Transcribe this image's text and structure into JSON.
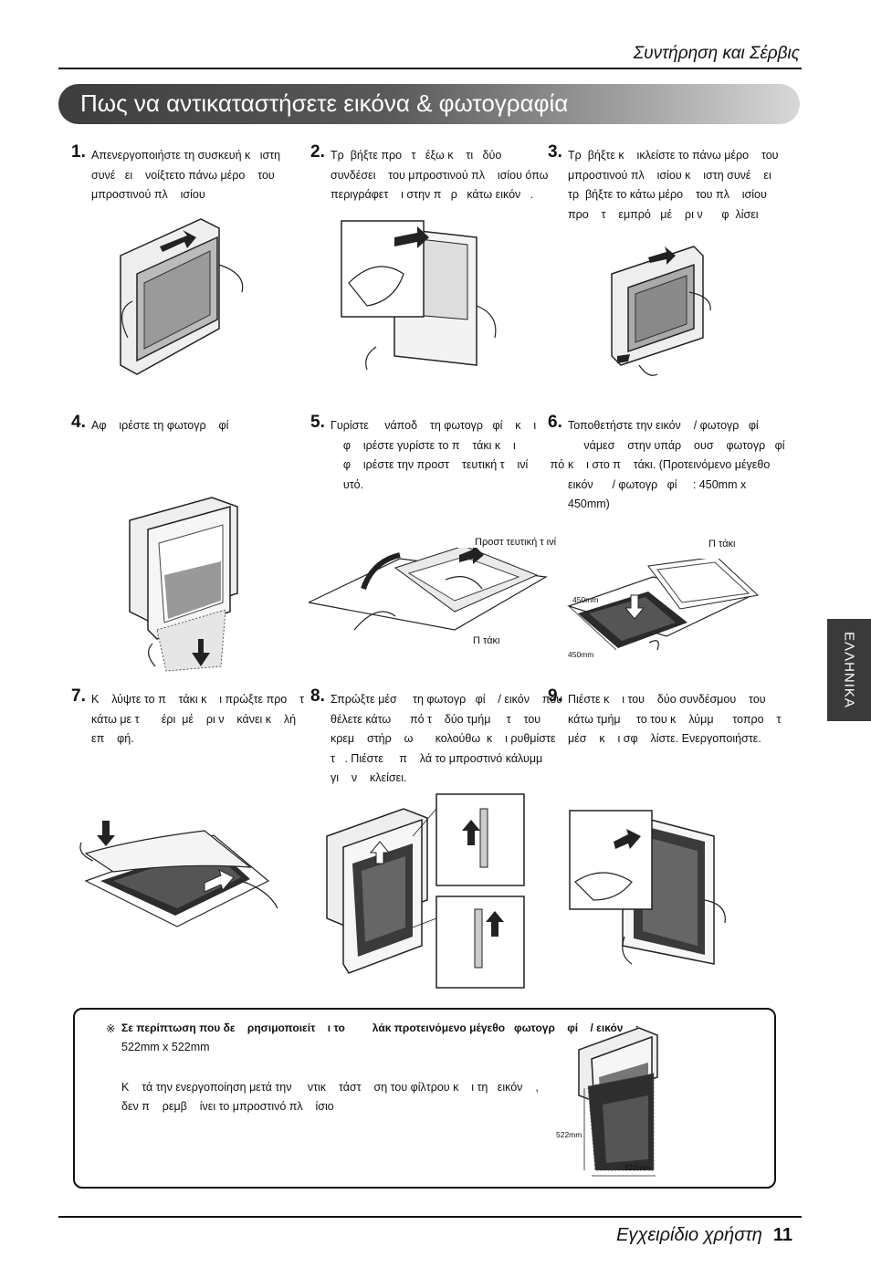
{
  "header": {
    "section": "Συντήρηση και Σέρβις"
  },
  "title": "Πως να αντικαταστήσετε εικόνα & φωτογραφία",
  "side_tab": "ΕΛΛΗΝΙΚΑ",
  "steps": [
    {
      "num": "1.",
      "text": "Απενεργοποιήστε τη συσκευή κ   ιστη\nσυνέ   ει    νοίξτετο πάνω μέρο    του\nμπροστινού πλ    ισίου"
    },
    {
      "num": "2.",
      "text": "Τρ  βήξτε προ   τ   έξω κ    τι   δύο\nσυνδέσει    του μπροστινού πλ    ισίου όπω\nπεριγράφετ    ι στην π   ρ   κάτω εικόν   ."
    },
    {
      "num": "3.",
      "text": "Τρ  βήξτε κ    ικλείστε το πάνω μέρο    του\nμπροστινού πλ    ισίου κ    ιστη συνέ    ει\nτρ  βήξτε το κάτω μέρο    του πλ    ισίου\nπρο    τ    εμπρό   μέ    ρι ν      φ  λίσει"
    },
    {
      "num": "4.",
      "text": "Αφ    ιρέστε τη φωτογρ    φί"
    },
    {
      "num": "5.",
      "text": "Γυρίστε     νάποδ    τη φωτογρ   φί    κ    ι\n    φ    ιρέστε γυρίστε το π    τάκι κ    ι\n    φ    ιρέστε την προστ    τευτική τ    ινί       πό\n    υτό."
    },
    {
      "num": "6.",
      "text": "Τοποθετήστε την εικόν    / φωτογρ   φί\n     νάμεσ    στην υπάρ    ουσ    φωτογρ   φί\nκ    ι στο π    τάκι. (Προτεινόμενο μέγεθο\nεικόν      / φωτογρ   φί     : 450mm x\n450mm)"
    },
    {
      "num": "7.",
      "text": "Κ    λύψτε το π    τάκι κ    ι πρώξτε προ    τ\nκάτω με τ       έρι  μέ    ρι ν    κάνει κ    λή\nεπ    φή."
    },
    {
      "num": "8.",
      "text": "Σπρώξτε μέσ     τη φωτογρ   φί    / εικόν    που\nθέλετε κάτω      πό τ    δύο τμήμ     τ    του\nκρεμ    στήρ    ω       κολούθω  κ    ι ρυθμίστε\nτ   . Πιέστε     π    λά το μπροστινό κάλυμμ\nγι    ν    κλείσει."
    },
    {
      "num": "9.",
      "text": "Πιέστε κ    ι του    δύο συνδέσμου    του\nκάτω τμήμ     το του κ    λύμμ      τοπρο    τ\nμέσ    κ    ι σφ    λίστε. Ενεργοποιήστε."
    }
  ],
  "labels": {
    "protective_tape": "Προστ    τευτική τ    ινί",
    "plate_5": "Π    τάκι",
    "plate_6": "Π    τάκι",
    "dim_450a": "450mm",
    "dim_450b": "450mm",
    "dim_522a": "522mm",
    "dim_522b": "522mm"
  },
  "note": {
    "symbol": "※",
    "line1": "Σε περίπτωση που δε    ρησιμοποιείτ    ι το         λάκ προτεινόμενο μέγεθο   φωτογρ    φί    / εικόν    :",
    "line2": "522mm x 522mm",
    "line3": "Κ    τά την ενεργοποίηση μετά την     ντικ    τάστ    ση του φίλτρου κ    ι τη   εικόν    ,",
    "line4": "δεν π    ρεμβ    ίνει το μπροστινό πλ    ίσιο"
  },
  "footer": {
    "text": "Εγχειρίδιο χρήστη",
    "page": "11"
  }
}
